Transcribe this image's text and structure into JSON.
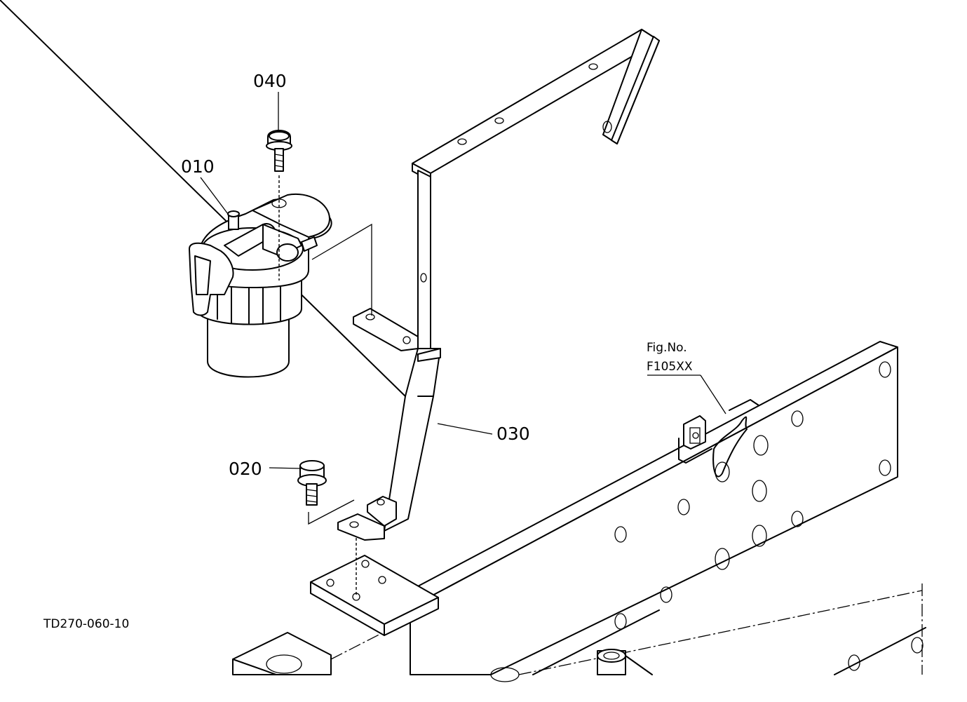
{
  "diagram": {
    "code": "TD270-060-10",
    "figure_ref": {
      "line1": "Fig.No.",
      "line2": "F105XX"
    },
    "parts": [
      {
        "id": "p010",
        "label": "010"
      },
      {
        "id": "p020",
        "label": "020"
      },
      {
        "id": "p030",
        "label": "030"
      },
      {
        "id": "p040",
        "label": "040"
      }
    ]
  }
}
